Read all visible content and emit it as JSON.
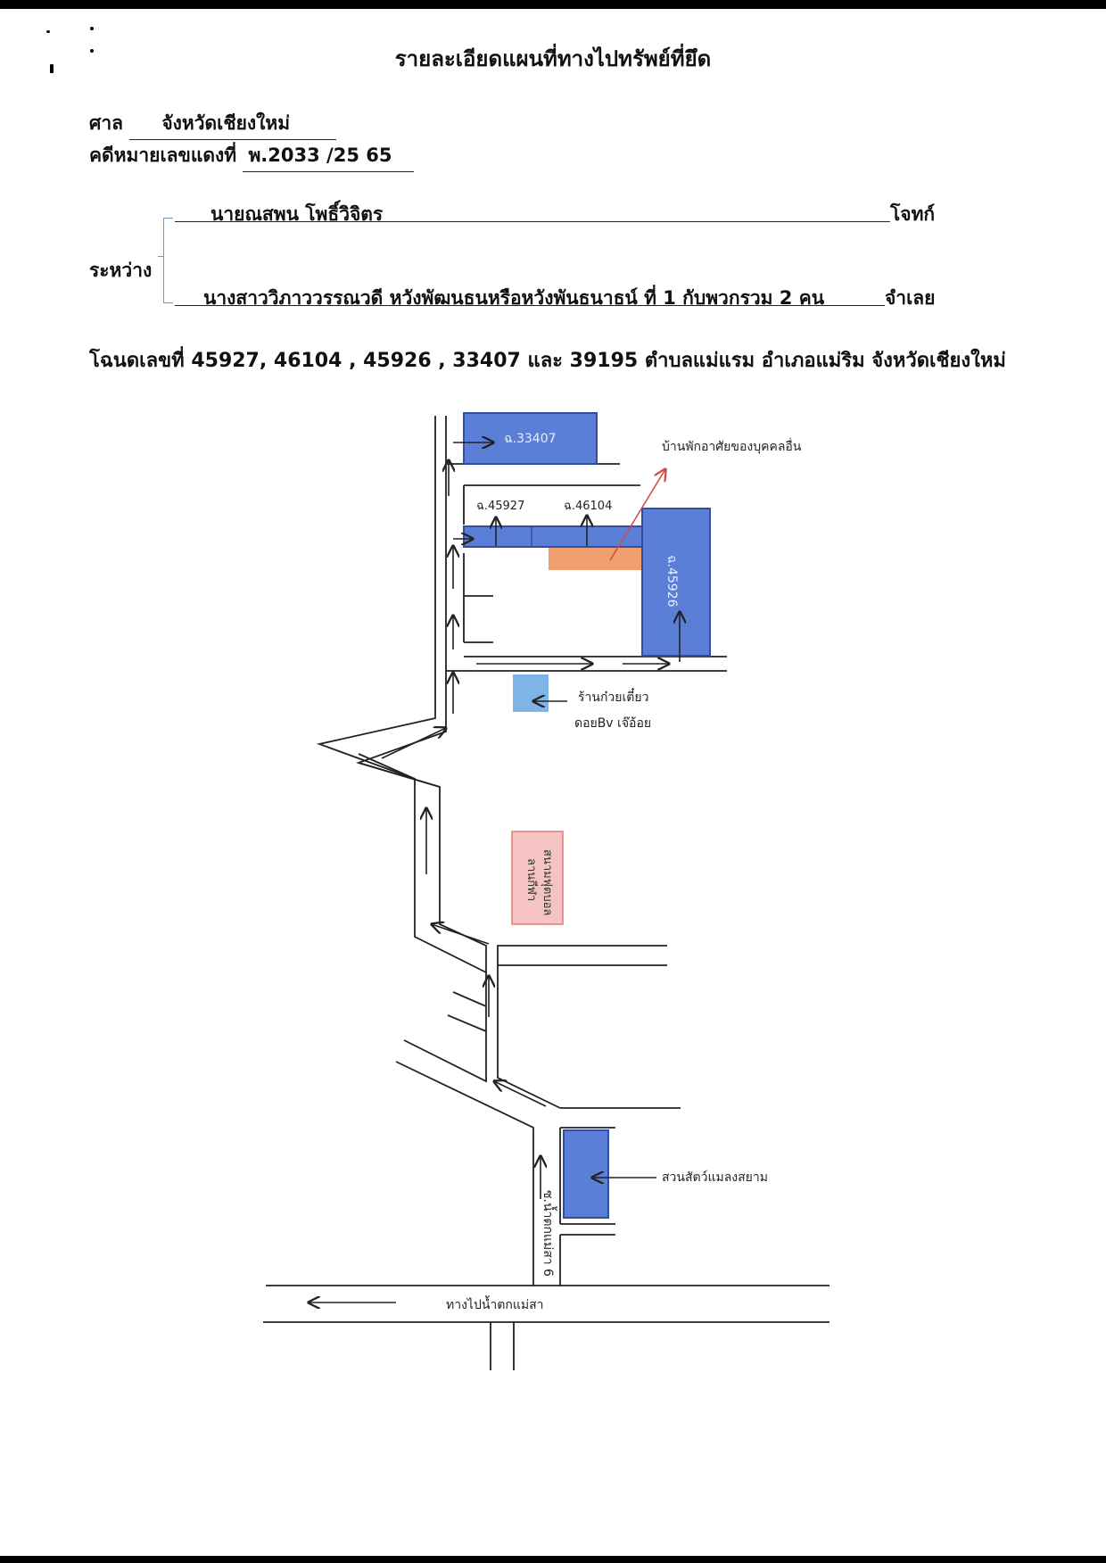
{
  "document": {
    "title": "รายละเอียดแผนที่ทางไปทรัพย์ที่ยึด",
    "court_label": "ศาล",
    "court_value": "จังหวัดเชียงใหม่",
    "case_label": "คดีหมายเลขแดงที่",
    "case_value": "พ.2033 /25 65",
    "between_label": "ระหว่าง",
    "plaintiff_name": "นายณสพน  โพธิ์วิจิตร",
    "plaintiff_role": "โจทก์",
    "defendant_name": "นางสาววิภาววรรณวดี หวังพัฒนธนหรือหวังพันธนาธน์ ที่ 1 กับพวกรวม 2 คน",
    "defendant_role": "จำเลย",
    "deed_line": "โฉนดเลขที่ 45927, 46104 , 45926 , 33407 และ 39195 ตำบลแม่แรม อำเภอแม่ริม จังหวัดเชียงใหม่"
  },
  "map": {
    "parcel_33407": "ฉ.33407",
    "parcel_45927": "ฉ.45927",
    "parcel_46104": "ฉ.46104",
    "parcel_45926": "ฉ.45926",
    "other_house_label": "บ้านพักอาศัยของบุคคลอื่น",
    "noodle_shop_line1": "ร้านก๋วยเตี๋ยว",
    "noodle_shop_line2": "ดอยBv เจ๊อ้อย",
    "school_line1": "สนามฟุตบอล",
    "school_line2": "ลานกีฬา",
    "zoo_label": "สวนสัตว์แมลงสยาม",
    "soi_label": "ซ.น้ำตกแม่สา 6",
    "main_road_label": "ทางไปน้ำตกแม่สา"
  },
  "colors": {
    "parcel_fill": "#5b7fd6",
    "parcel_stroke": "#2f4ea8",
    "house_fill": "#f0a070",
    "shop_fill": "#7fb4e6",
    "field_fill": "#f6c3c3",
    "field_stroke": "#e07b7b",
    "pointer_red": "#d34a4a",
    "road_line": "#222222"
  }
}
